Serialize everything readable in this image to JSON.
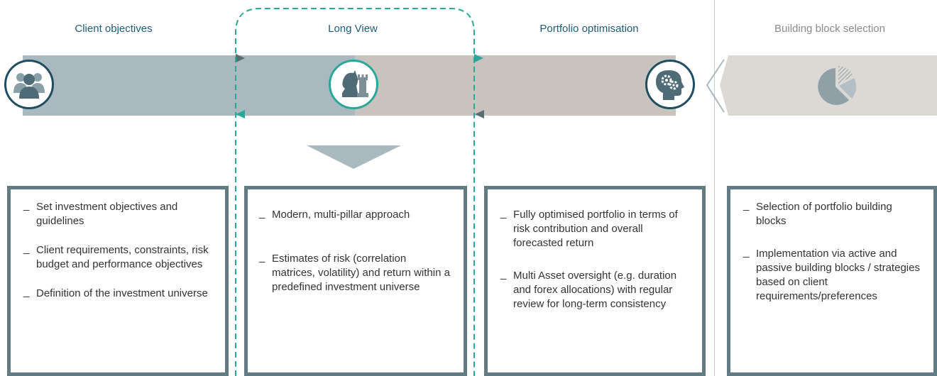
{
  "stages": [
    {
      "title": "Client objectives",
      "icon": "people-group-icon",
      "bullets": [
        "Set investment objectives and guidelines",
        "Client requirements, constraints, risk budget and performance objectives",
        "Definition of the investment universe"
      ]
    },
    {
      "title": "Long View",
      "icon": "chess-pieces-icon",
      "bullets": [
        "Modern, multi-pillar approach",
        "Estimates of risk (correlation matrices, volatility) and return within a predefined investment universe"
      ]
    },
    {
      "title": "Portfolio optimisation",
      "icon": "head-gears-icon",
      "bullets": [
        "Fully optimised portfolio in terms of risk contribution and overall forecasted return",
        "Multi Asset oversight (e.g. duration and forex allocations) with regular review for long-term consistency"
      ]
    },
    {
      "title": "Building block selection",
      "icon": "pie-chart-icon",
      "bullets": [
        "Selection of portfolio building blocks",
        "Implementation via active and passive building blocks / strategies based on client requirements/preferences"
      ]
    }
  ],
  "colors": {
    "dark_blue": "#1f4e63",
    "teal": "#2aa79b",
    "band_blue": "#a9b9bf",
    "band_taupe": "#c8c3bd",
    "band_light": "#dcd9d5",
    "box_border": "#607b82",
    "header_blue": "#1f5b78",
    "header_grey": "#8a8a8a"
  }
}
